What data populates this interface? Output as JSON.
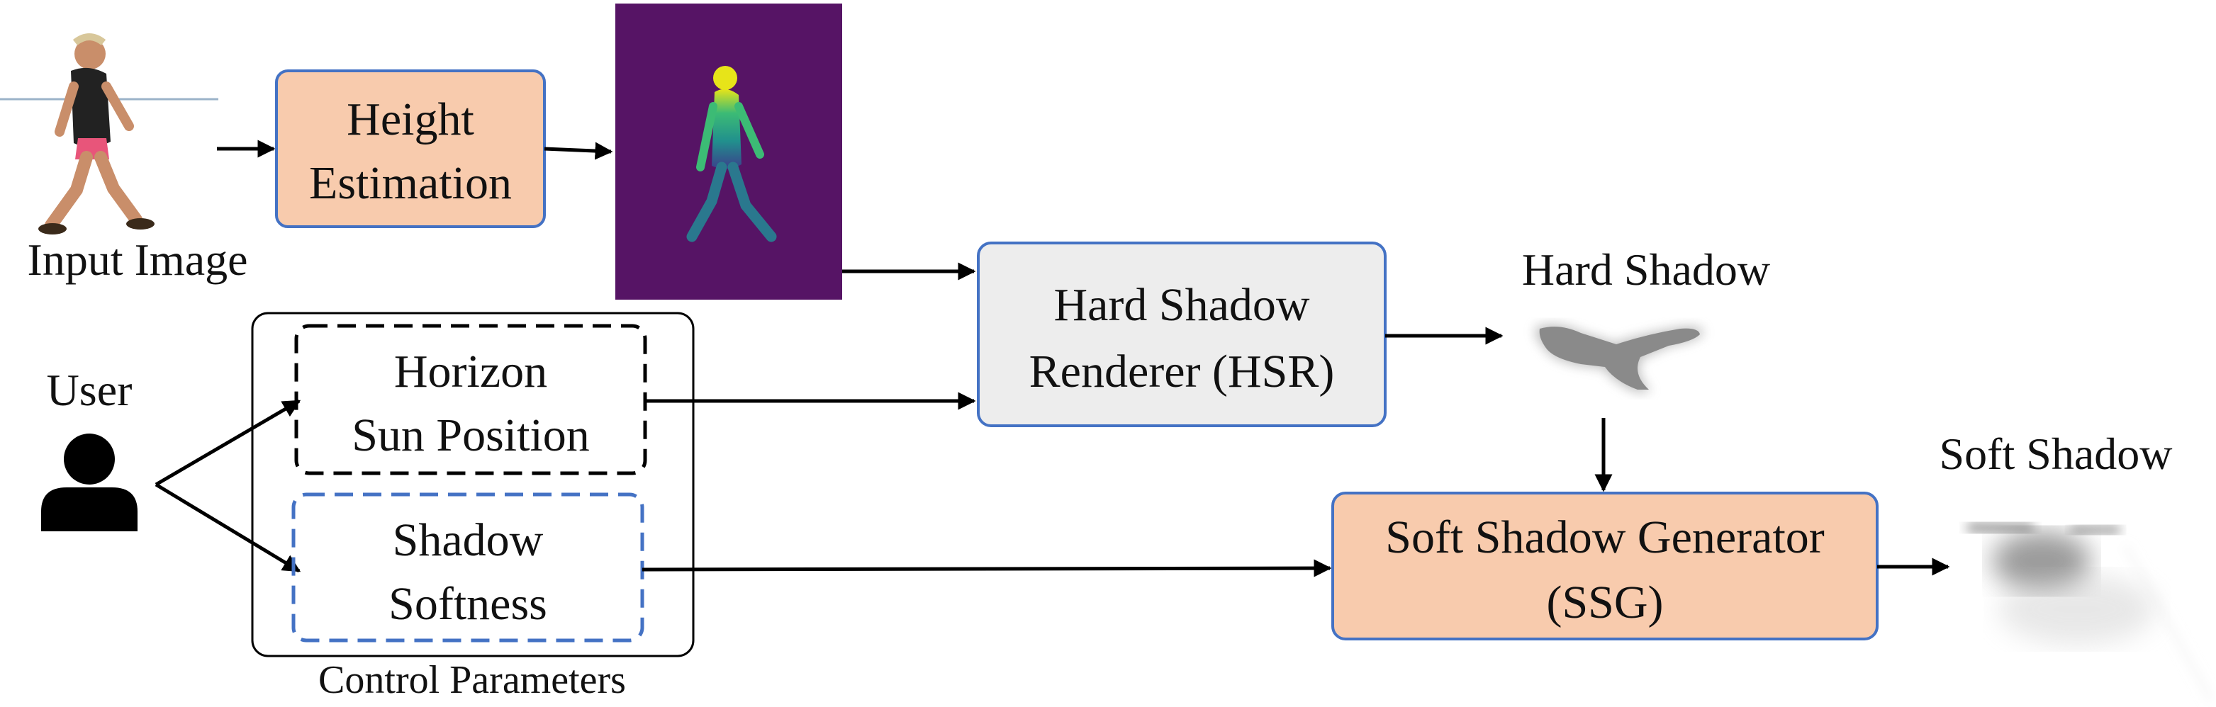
{
  "labels": {
    "input_image": "Input Image",
    "user": "User",
    "hard_shadow": "Hard Shadow",
    "soft_shadow": "Soft Shadow",
    "control_parameters": "Control Parameters"
  },
  "boxes": {
    "height_estimation": [
      "Height",
      "Estimation"
    ],
    "hsr": [
      "Hard Shadow",
      "Renderer (HSR)"
    ],
    "horizon": [
      "Horizon",
      "Sun Position"
    ],
    "softness": [
      "Shadow",
      "Softness"
    ],
    "ssg": [
      "Soft Shadow Generator",
      "(SSG)"
    ]
  },
  "colors": {
    "orange_box": "#f8cbad",
    "gray_box": "#ededed",
    "box_border": "#4472c4",
    "height_map_bg": "#561465",
    "dashed_blue": "#4472c4",
    "shadow_gray": "#8a8a8a"
  }
}
